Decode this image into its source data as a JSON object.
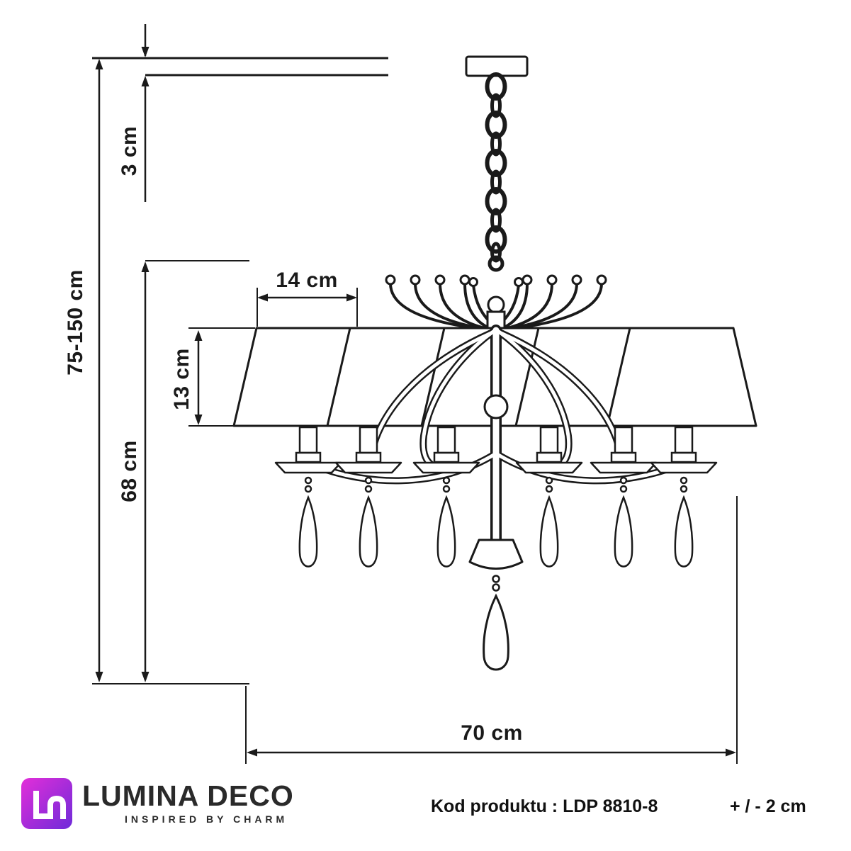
{
  "dims": {
    "canopy_height": "3 cm",
    "total_height": "75-150 cm",
    "body_height": "68 cm",
    "shade_top_width": "14 cm",
    "shade_height": "13 cm",
    "total_width": "70 cm"
  },
  "footer": {
    "brand": "LUMINA DECO",
    "tagline": "INSPIRED BY CHARM",
    "product_code": "Kod produktu : LDP 8810-8",
    "tolerance": "+ / - 2 cm"
  },
  "colors": {
    "line": "#1a1a1a",
    "logo_gradient_start": "#e32ed9",
    "logo_gradient_end": "#6e2bd9"
  }
}
